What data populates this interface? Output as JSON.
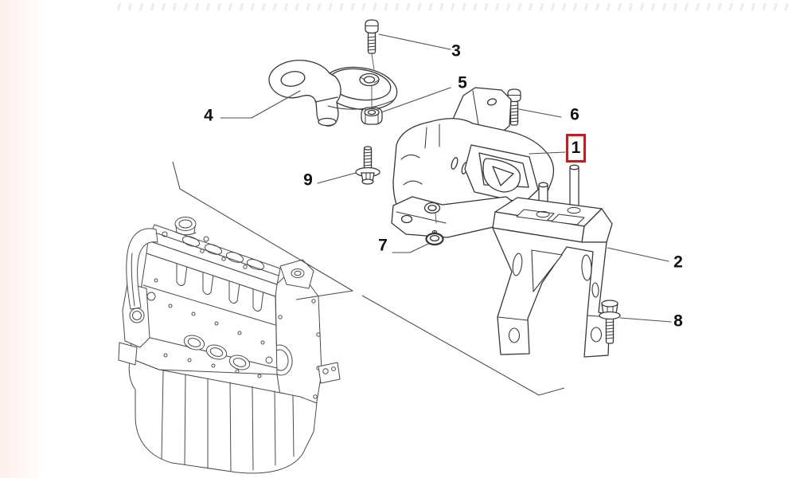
{
  "figure": {
    "kind": "exploded-parts-diagram",
    "background": "#ffffff",
    "stroke_color": "#3e3e3e",
    "leader_color": "#4d4d4d",
    "highlight_color": "#d91414",
    "label_color": "#111111"
  },
  "callouts": [
    {
      "label": "1",
      "highlighted": true
    },
    {
      "label": "2",
      "highlighted": false
    },
    {
      "label": "3",
      "highlighted": false
    },
    {
      "label": "4",
      "highlighted": false
    },
    {
      "label": "5",
      "highlighted": false
    },
    {
      "label": "6",
      "highlighted": false
    },
    {
      "label": "7",
      "highlighted": false
    },
    {
      "label": "8",
      "highlighted": false
    },
    {
      "label": "9",
      "highlighted": false
    }
  ]
}
